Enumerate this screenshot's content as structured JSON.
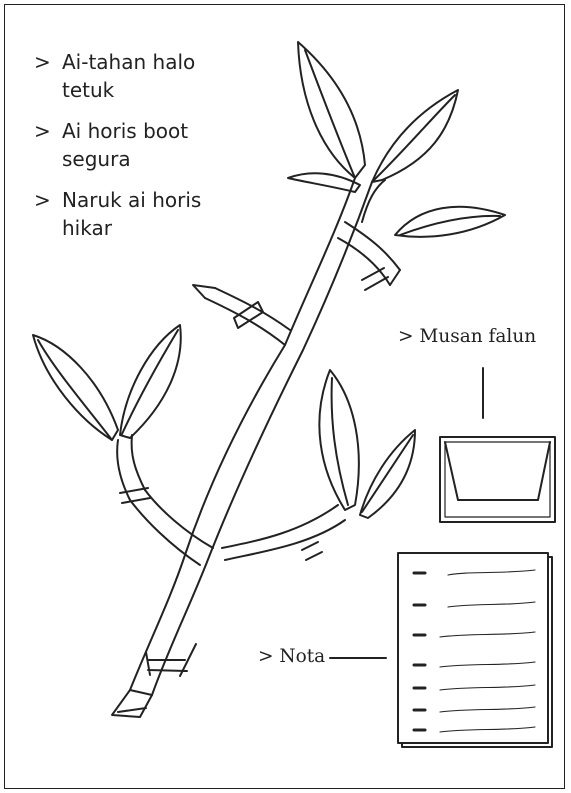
{
  "bullets": [
    {
      "marker": ">",
      "text": "Ai-tahan halo tetuk"
    },
    {
      "marker": ">",
      "text": "Ai horis boot segura"
    },
    {
      "marker": ">",
      "text": "Naruk ai horis hikar"
    }
  ],
  "labels": {
    "envelope": "> Musan falun",
    "notes": "> Nota"
  },
  "icons": [
    "branch-illustration",
    "envelope-icon",
    "notes-card-icon"
  ],
  "colors": {
    "ink": "#222222",
    "background": "#ffffff"
  }
}
